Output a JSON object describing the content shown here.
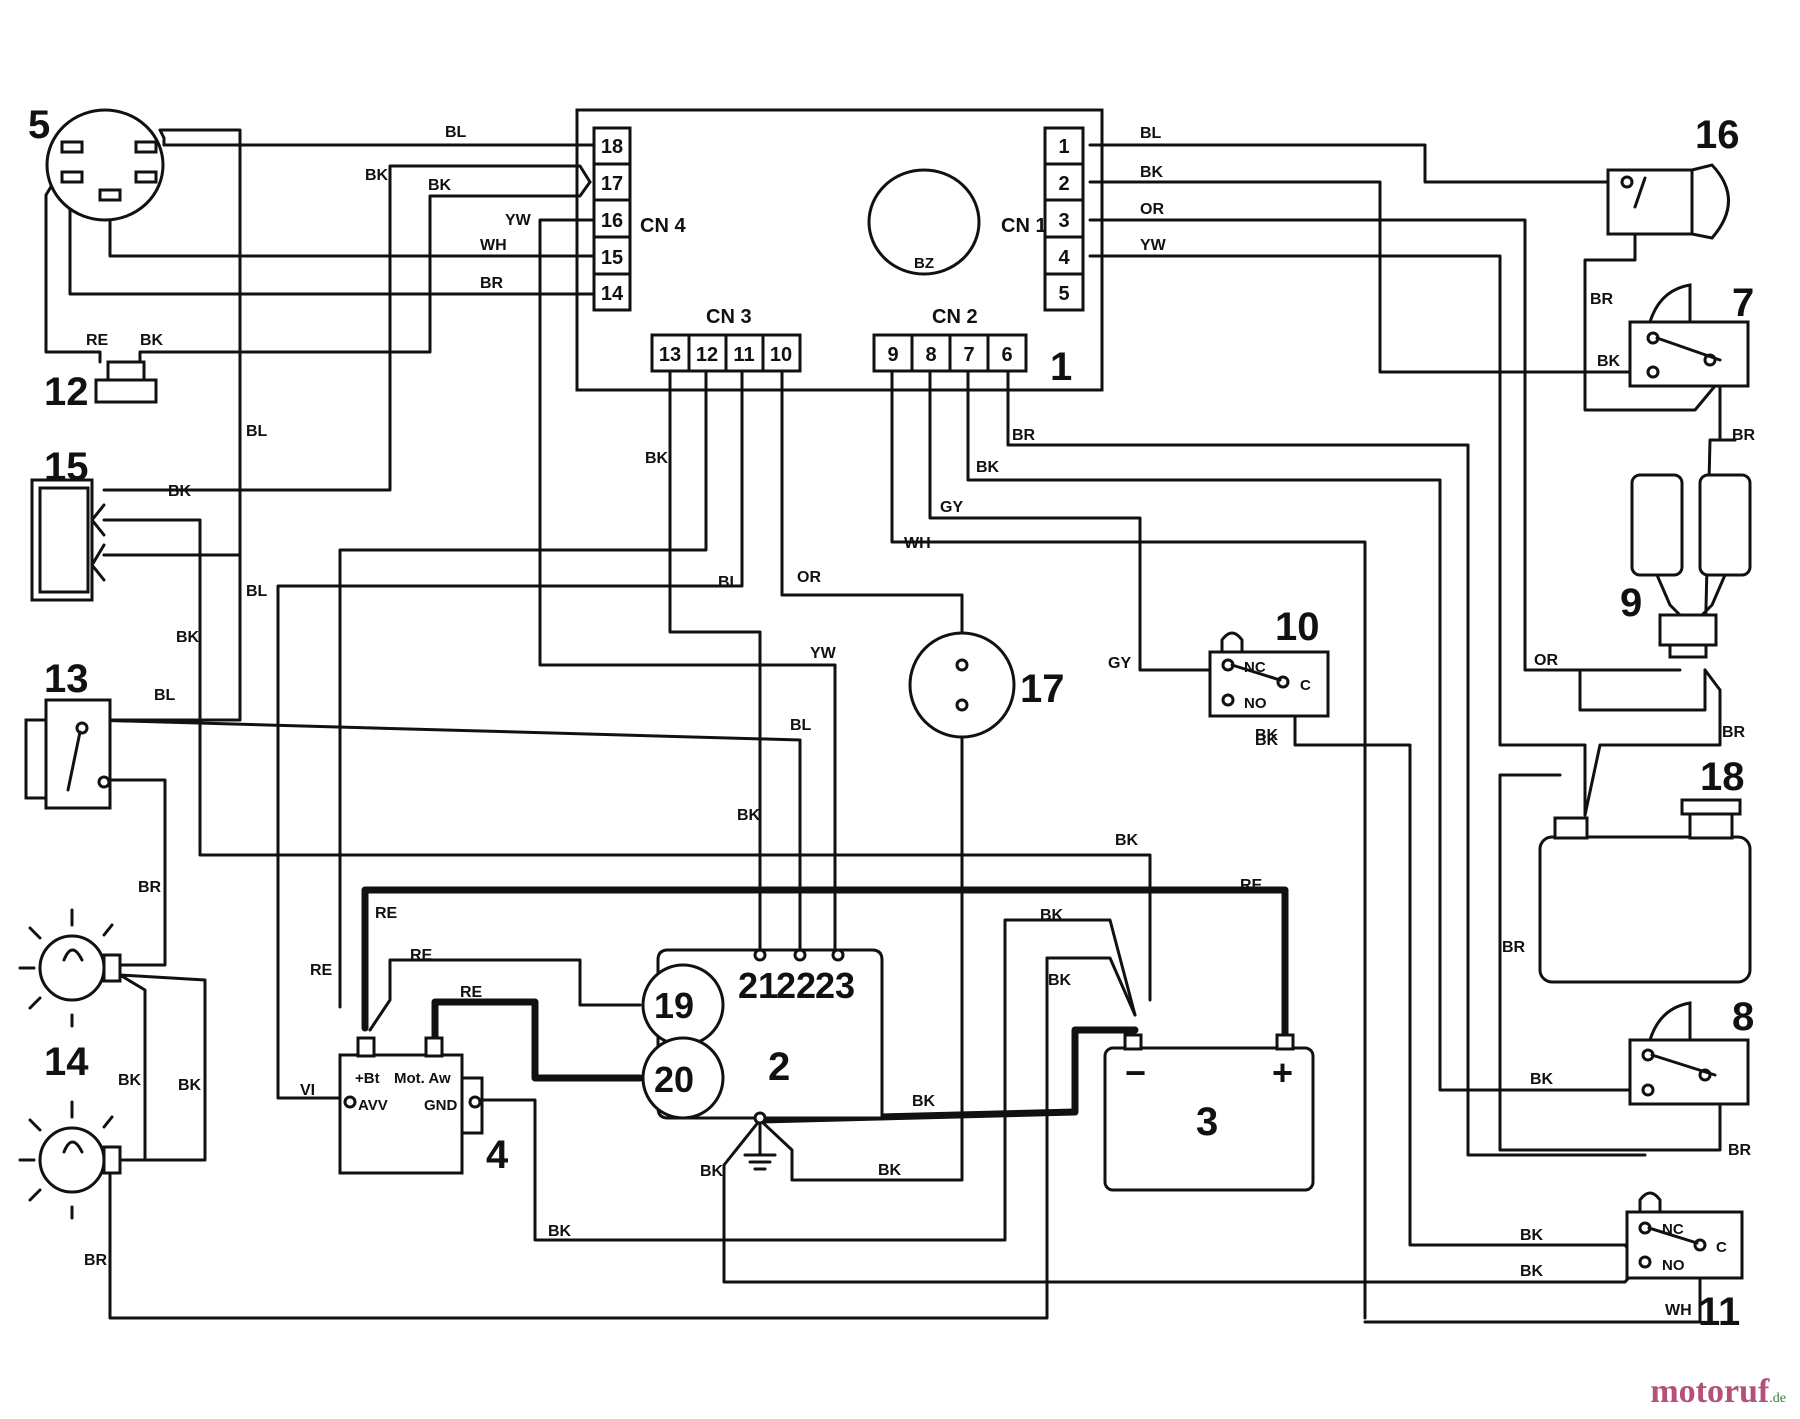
{
  "colors": {
    "ink": "#111111",
    "background": "#ffffff",
    "watermark_main": "#b5507a",
    "watermark_accent": "#3c7d3c"
  },
  "cn4": {
    "label": "CN 4",
    "pins": [
      "18",
      "17",
      "16",
      "15",
      "14"
    ]
  },
  "cn1": {
    "label": "CN 1",
    "pins": [
      "1",
      "2",
      "3",
      "4",
      "5"
    ]
  },
  "cn3": {
    "label": "CN 3",
    "pins": [
      "13",
      "12",
      "11",
      "10"
    ]
  },
  "cn2": {
    "label": "CN 2",
    "pins": [
      "9",
      "8",
      "7",
      "6"
    ]
  },
  "buzzer_label": "BZ",
  "components": [
    "1",
    "2",
    "3",
    "4",
    "5",
    "7",
    "8",
    "9",
    "10",
    "11",
    "12",
    "13",
    "14",
    "15",
    "16",
    "17",
    "18"
  ],
  "motor_terminals": [
    "21",
    "22",
    "23"
  ],
  "motor_poles": [
    "19",
    "20"
  ],
  "module4_labels": [
    "+Bt",
    "Mot. Aw",
    "AVV",
    "GND"
  ],
  "switch_contacts": [
    "NC",
    "C",
    "NO"
  ],
  "battery_signs": [
    "−",
    "+"
  ],
  "wire_labels": [
    "BL",
    "BK",
    "BK",
    "YW",
    "WH",
    "BR",
    "RE",
    "BK",
    "BL",
    "BK",
    "BL",
    "BK",
    "BL",
    "BR",
    "BK",
    "BK",
    "BR",
    "RE",
    "RE",
    "RE",
    "RE",
    "RE",
    "VI",
    "BL",
    "BK",
    "OR",
    "YW",
    "BL",
    "BK",
    "BK",
    "BK",
    "BK",
    "BK",
    "BK",
    "BK",
    "BK",
    "BK",
    "BR",
    "BK",
    "GY",
    "WH",
    "GY",
    "BK",
    "BL",
    "BK",
    "OR",
    "YW",
    "BR",
    "BK",
    "BR",
    "OR",
    "BR",
    "BR",
    "BK",
    "BR",
    "BK",
    "BK",
    "WH"
  ],
  "watermark": {
    "main": "motoruf",
    "tld": ".de"
  }
}
